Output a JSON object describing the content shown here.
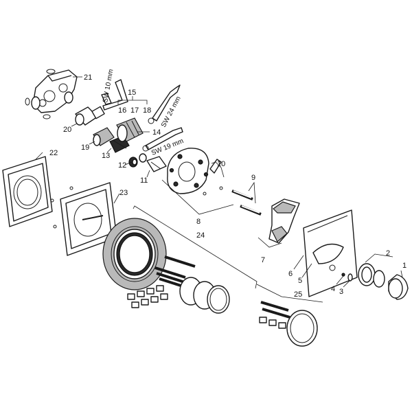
{
  "callouts": {
    "c1": "1",
    "c2": "2",
    "c3": "3",
    "c4": "4",
    "c5": "5",
    "c6": "6",
    "c7": "7",
    "c8": "8",
    "c9": "9",
    "c10": "10",
    "c11": "11",
    "c12": "12",
    "c13": "13",
    "c14": "14",
    "c15": "15",
    "c16": "16",
    "c17": "17",
    "c18": "18",
    "c19": "19",
    "c20": "20",
    "c21": "21",
    "c22": "22",
    "c23": "23",
    "c24": "24",
    "c25": "25"
  },
  "tools": {
    "sw10": "SW 10 mm",
    "sw24": "SW 24 mm",
    "sw19": "SW 19 mm"
  }
}
